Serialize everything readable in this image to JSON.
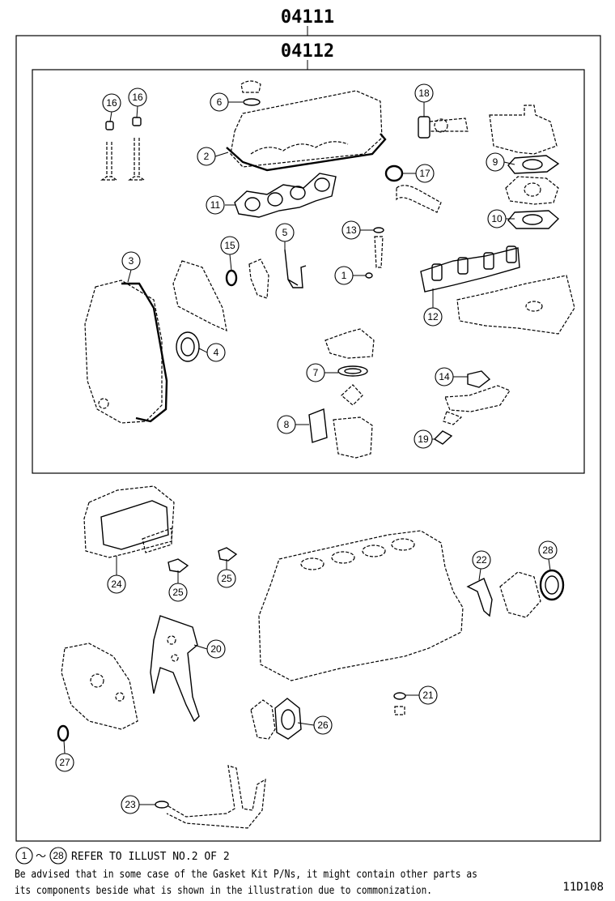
{
  "outer_kit_code": "04111",
  "inner_kit_code": "04112",
  "callouts": [
    "16",
    "16",
    "6",
    "2",
    "18",
    "17",
    "9",
    "11",
    "13",
    "10",
    "5",
    "15",
    "1",
    "3",
    "12",
    "4",
    "7",
    "14",
    "8",
    "19",
    "24",
    "25",
    "25",
    "22",
    "28",
    "20",
    "21",
    "26",
    "27",
    "23"
  ],
  "footer": {
    "range_start": "1",
    "range_sep": "～",
    "range_end": "28",
    "refer_text": "REFER TO ILLUST NO.2 OF 2",
    "advisory_line1": "Be advised that in some case of the Gasket Kit P/Ns, it might contain other parts as",
    "advisory_line2": "its components beside what is shown in the illustration due to commonization.",
    "figure_id": "11D108"
  }
}
